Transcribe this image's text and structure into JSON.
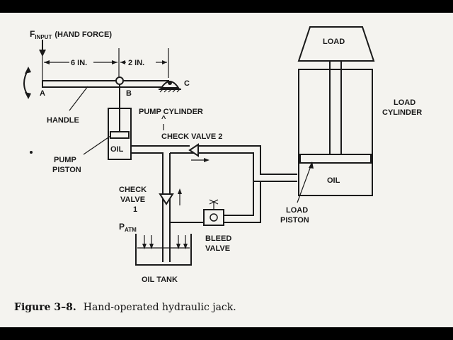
{
  "labels": {
    "f_input": "F",
    "f_input_sub": "INPUT",
    "hand_force": "(HAND FORCE)",
    "dim_left": "6 IN.",
    "dim_right": "2 IN.",
    "point_a": "A",
    "point_b": "B",
    "point_c": "C",
    "handle": "HANDLE",
    "pump_cylinder": "PUMP CYLINDER",
    "check_valve_2": "CHECK VALVE 2",
    "oil_pump": "OIL",
    "pump_piston_1": "PUMP",
    "pump_piston_2": "PISTON",
    "check_valve_1_a": "CHECK",
    "check_valve_1_b": "VALVE",
    "check_valve_1_c": "1",
    "p_atm": "P",
    "p_atm_sub": "ATM",
    "bleed_valve_1": "BLEED",
    "bleed_valve_2": "VALVE",
    "oil_tank": "OIL TANK",
    "load": "LOAD",
    "load_cylinder_1": "LOAD",
    "load_cylinder_2": "CYLINDER",
    "oil_load": "OIL",
    "load_piston_1": "LOAD",
    "load_piston_2": "PISTON"
  },
  "caption": {
    "number": "Figure 3–8.",
    "text": "Hand-operated hydraulic jack."
  }
}
